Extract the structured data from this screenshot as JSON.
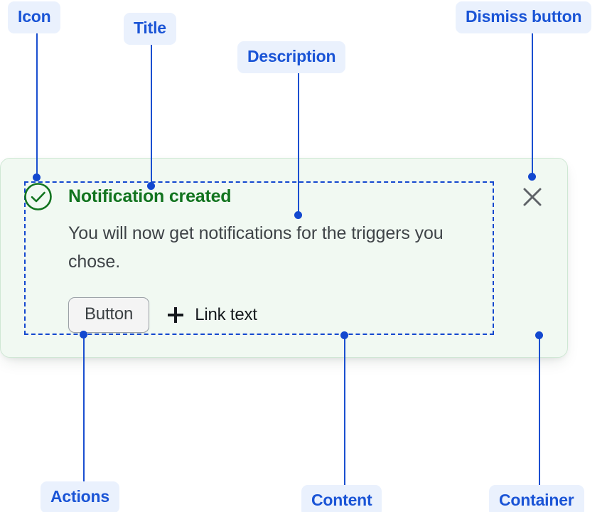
{
  "annotations": {
    "labels": [
      {
        "id": "icon",
        "text": "Icon"
      },
      {
        "id": "title",
        "text": "Title"
      },
      {
        "id": "description",
        "text": "Description"
      },
      {
        "id": "dismiss",
        "text": "Dismiss button"
      },
      {
        "id": "actions",
        "text": "Actions"
      },
      {
        "id": "content",
        "text": "Content"
      },
      {
        "id": "container",
        "text": "Container"
      }
    ],
    "accent_color": "#1348cf",
    "pill_background": "#eaf1fd"
  },
  "notification": {
    "icon": "check-circle-icon",
    "icon_color": "#12741f",
    "title": "Notification created",
    "title_color": "#12741f",
    "description": "You will now get notifications for the triggers you chose.",
    "description_color": "#3f4448",
    "container_background": "#f1f9f2",
    "container_border": "#cfe8d4",
    "actions": {
      "button_label": "Button",
      "link_icon": "plus-icon",
      "link_label": "Link text"
    },
    "dismiss": {
      "icon": "close-icon",
      "color": "#5f6368"
    }
  }
}
